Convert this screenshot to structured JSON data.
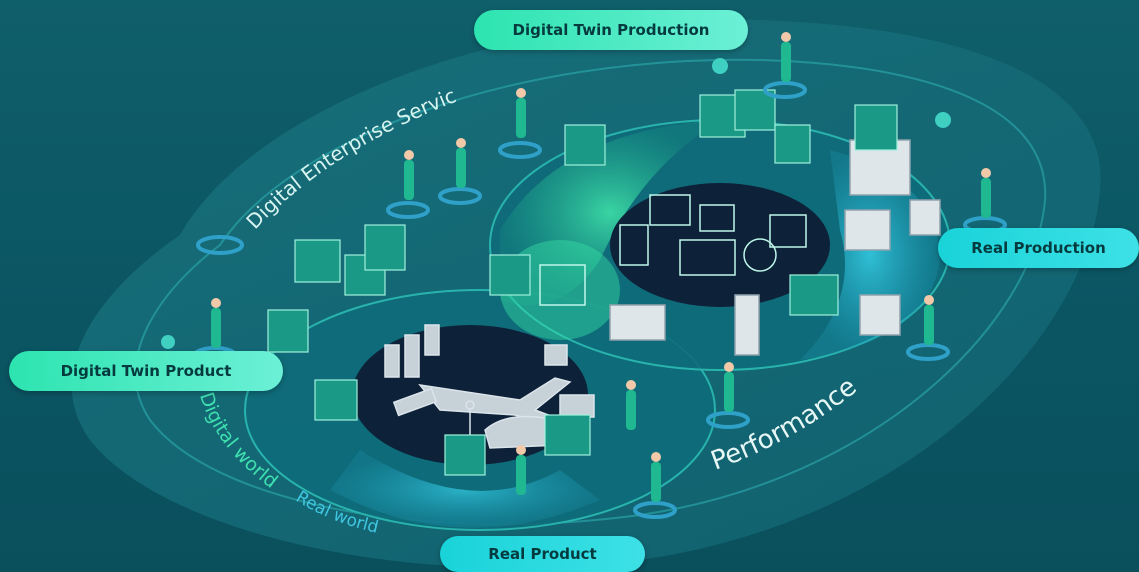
{
  "labels": {
    "digital_twin_production": "Digital Twin Production",
    "real_production": "Real Production",
    "digital_twin_product": "Digital Twin Product",
    "real_product": "Real Product"
  },
  "ring_text": {
    "digital_enterprise_services": "Digital Enterprise Services",
    "digital_world": "Digital world",
    "real_world": "Real world",
    "performance": "Performance"
  },
  "colors": {
    "mint_accent": "#2de4b0",
    "cyan_accent": "#19d3d9",
    "background": "#0b5563"
  }
}
